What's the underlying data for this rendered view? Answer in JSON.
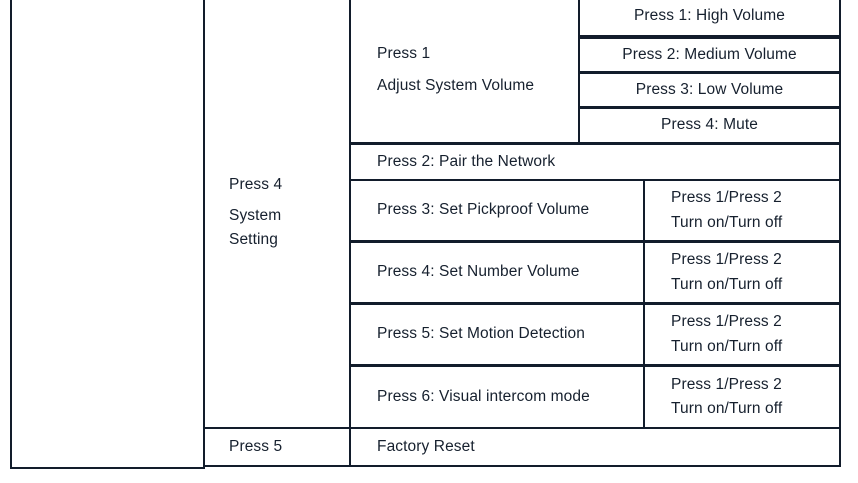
{
  "document": {
    "type": "menu-hierarchy-table",
    "text_color": "#16202e",
    "border_color": "#121c2b",
    "background": "#ffffff"
  },
  "table": {
    "level1": {
      "press4": {
        "key_label": "Press 4",
        "name_line1": "System",
        "name_line2": "Setting"
      },
      "press5": {
        "key_label": "Press 5",
        "action": "Factory Reset"
      }
    },
    "level2": [
      {
        "id": "adjust-system-volume",
        "key_label": "Press 1",
        "title": "Adjust System Volume",
        "options": [
          "Press 1: High Volume",
          "Press 2: Medium Volume",
          "Press 3: Low Volume",
          "Press 4: Mute"
        ]
      },
      {
        "id": "pair-the-network",
        "label": "Press 2: Pair the Network",
        "options": []
      },
      {
        "id": "set-pickproof-volume",
        "label": "Press 3: Set Pickproof Volume",
        "option_line1": "Press 1/Press 2",
        "option_line2": "Turn on/Turn off"
      },
      {
        "id": "set-number-volume",
        "label": "Press 4: Set Number Volume",
        "option_line1": "Press 1/Press 2",
        "option_line2": "Turn on/Turn off"
      },
      {
        "id": "set-motion-detection",
        "label": "Press 5: Set Motion Detection",
        "option_line1": "Press 1/Press 2",
        "option_line2": "Turn on/Turn off"
      },
      {
        "id": "visual-intercom-mode",
        "label": "Press 6: Visual intercom mode",
        "option_line1": "Press 1/Press 2",
        "option_line2": "Turn on/Turn off"
      }
    ]
  }
}
